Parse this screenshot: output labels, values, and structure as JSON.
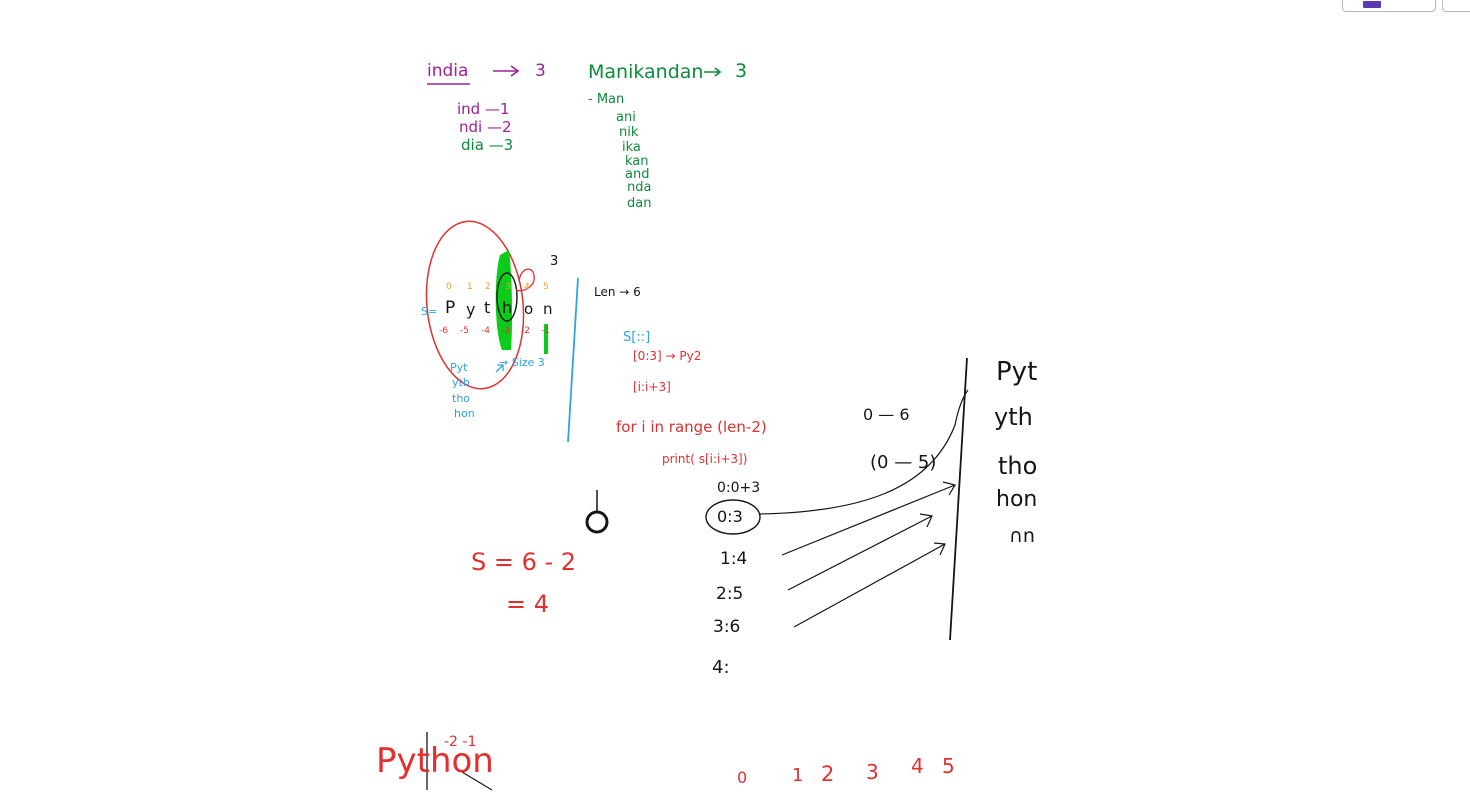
{
  "toolbar": {
    "swatch_color": "#5b3ab0"
  },
  "notes": {
    "india_example": {
      "word": "india",
      "arrow": "→",
      "count": "3",
      "subs": [
        {
          "text": "ind —1"
        },
        {
          "text": "ndi —2"
        },
        {
          "text": "dia —3"
        }
      ]
    },
    "manikandan_example": {
      "word": "Manikandan",
      "arrow": "→",
      "count": "3",
      "subs": [
        "- Man",
        "ani",
        "nik",
        "ika",
        "kan",
        "and",
        "nda",
        "dan"
      ]
    },
    "python_indexing": {
      "prefix": "S=",
      "positive_indices": [
        "0",
        "1",
        "2",
        "3",
        "4",
        "5"
      ],
      "letters": [
        "P",
        "y",
        "t",
        "h",
        "o",
        "n"
      ],
      "negative_indices": [
        "-6",
        "-5",
        "-4",
        "-3",
        "-2",
        "-1"
      ],
      "window_size_mark": "3",
      "substrings": [
        "Pyt",
        "yth",
        "tho",
        "hon"
      ],
      "size_label": "→ Size 3"
    },
    "len_note": "Len → 6",
    "slice_notes": [
      "S[::]",
      "[0:3] → Py2",
      "[i:i+3]"
    ],
    "code": {
      "line1": "for i in range (len-2)",
      "line2": "print( s[i:i+3])"
    },
    "ranges": {
      "r1": "0 — 6",
      "r2": "(0 — 5)"
    },
    "slices": [
      "0:0+3",
      "0:3",
      "1:4",
      "2:5",
      "3:6",
      "4:"
    ],
    "results": [
      "Pyt",
      "yth",
      "tho",
      "hon",
      "∩n"
    ],
    "calc": {
      "line1": "S = 6 - 2",
      "line2": "= 4"
    },
    "bottom_word": {
      "word": "Python",
      "marks": "-2 -1"
    },
    "bottom_indices": [
      "0",
      "1",
      "2",
      "3",
      "4",
      "5"
    ]
  }
}
